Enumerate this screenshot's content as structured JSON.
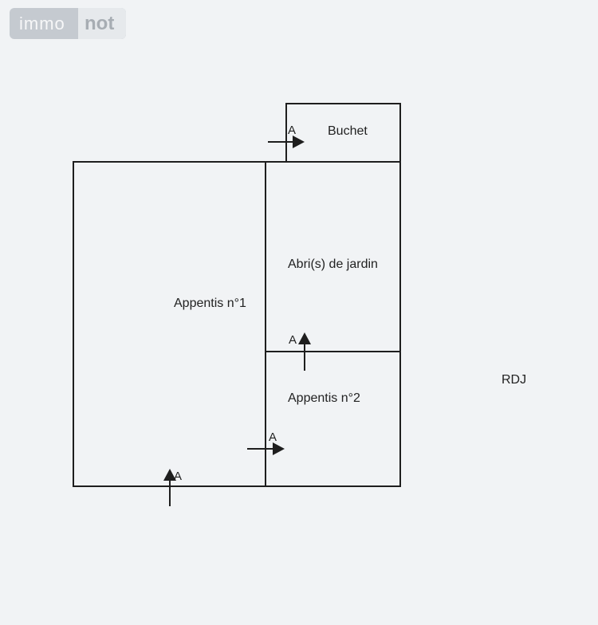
{
  "watermark": {
    "part1": "immo",
    "part2": "not"
  },
  "level_label": "RDJ",
  "rooms": {
    "buchet": "Buchet",
    "abri": "Abri(s) de jardin",
    "appentis1": "Appentis n°1",
    "appentis2": "Appentis n°2"
  },
  "door_marker": "A",
  "colors": {
    "line": "#1e1e1e",
    "background": "#f1f3f5"
  }
}
